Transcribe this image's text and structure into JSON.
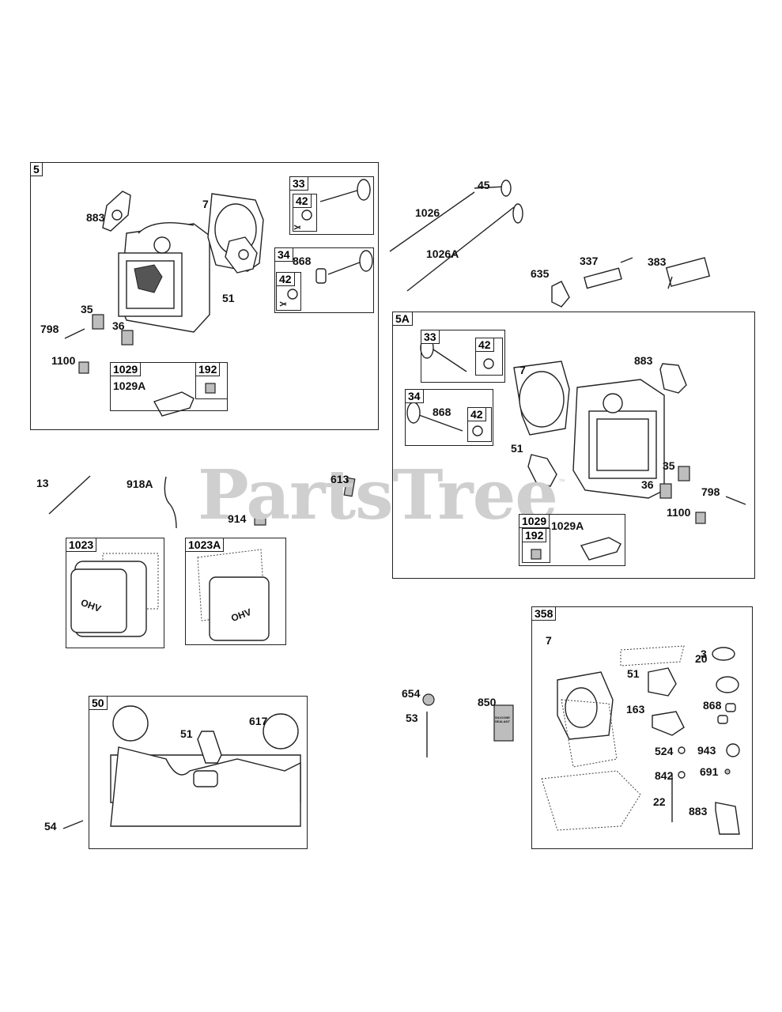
{
  "watermark": "PartsTree",
  "watermark_tm": "™",
  "group_boxes": {
    "g5": "5",
    "g33a": "33",
    "g42a": "42",
    "g34a": "34",
    "g42b": "42",
    "g1029a": "1029",
    "g192a": "192",
    "g5A": "5A",
    "g33b": "33",
    "g42c": "42",
    "g34b": "34",
    "g42d": "42",
    "g1029b": "1029",
    "g192b": "192",
    "g1023": "1023",
    "g1023A": "1023A",
    "g50": "50",
    "g358": "358"
  },
  "labels": {
    "l883a": "883",
    "l7a": "7",
    "l868a": "868",
    "l51a": "51",
    "l35a": "35",
    "l36a": "36",
    "l798a": "798",
    "l1100a": "1100",
    "l1029Aa": "1029A",
    "l45": "45",
    "l1026": "1026",
    "l1026A": "1026A",
    "l635": "635",
    "l337": "337",
    "l383": "383",
    "l7b": "7",
    "l883b": "883",
    "l868b": "868",
    "l51b": "51",
    "l35b": "35",
    "l36b": "36",
    "l798b": "798",
    "l1100b": "1100",
    "l1029Ab": "1029A",
    "l13": "13",
    "l918A": "918A",
    "l613": "613",
    "l914": "914",
    "l51c": "51",
    "l617": "617",
    "l54": "54",
    "l654": "654",
    "l53": "53",
    "l850": "850",
    "l7c": "7",
    "l3": "3",
    "l20": "20",
    "l51d": "51",
    "l163": "163",
    "l868c": "868",
    "l524": "524",
    "l943": "943",
    "l842": "842",
    "l691": "691",
    "l22": "22",
    "l883c": "883"
  },
  "embossed_text": {
    "valve_cover": "OHV",
    "sealant_tube": "SILICONE SEALANT"
  }
}
